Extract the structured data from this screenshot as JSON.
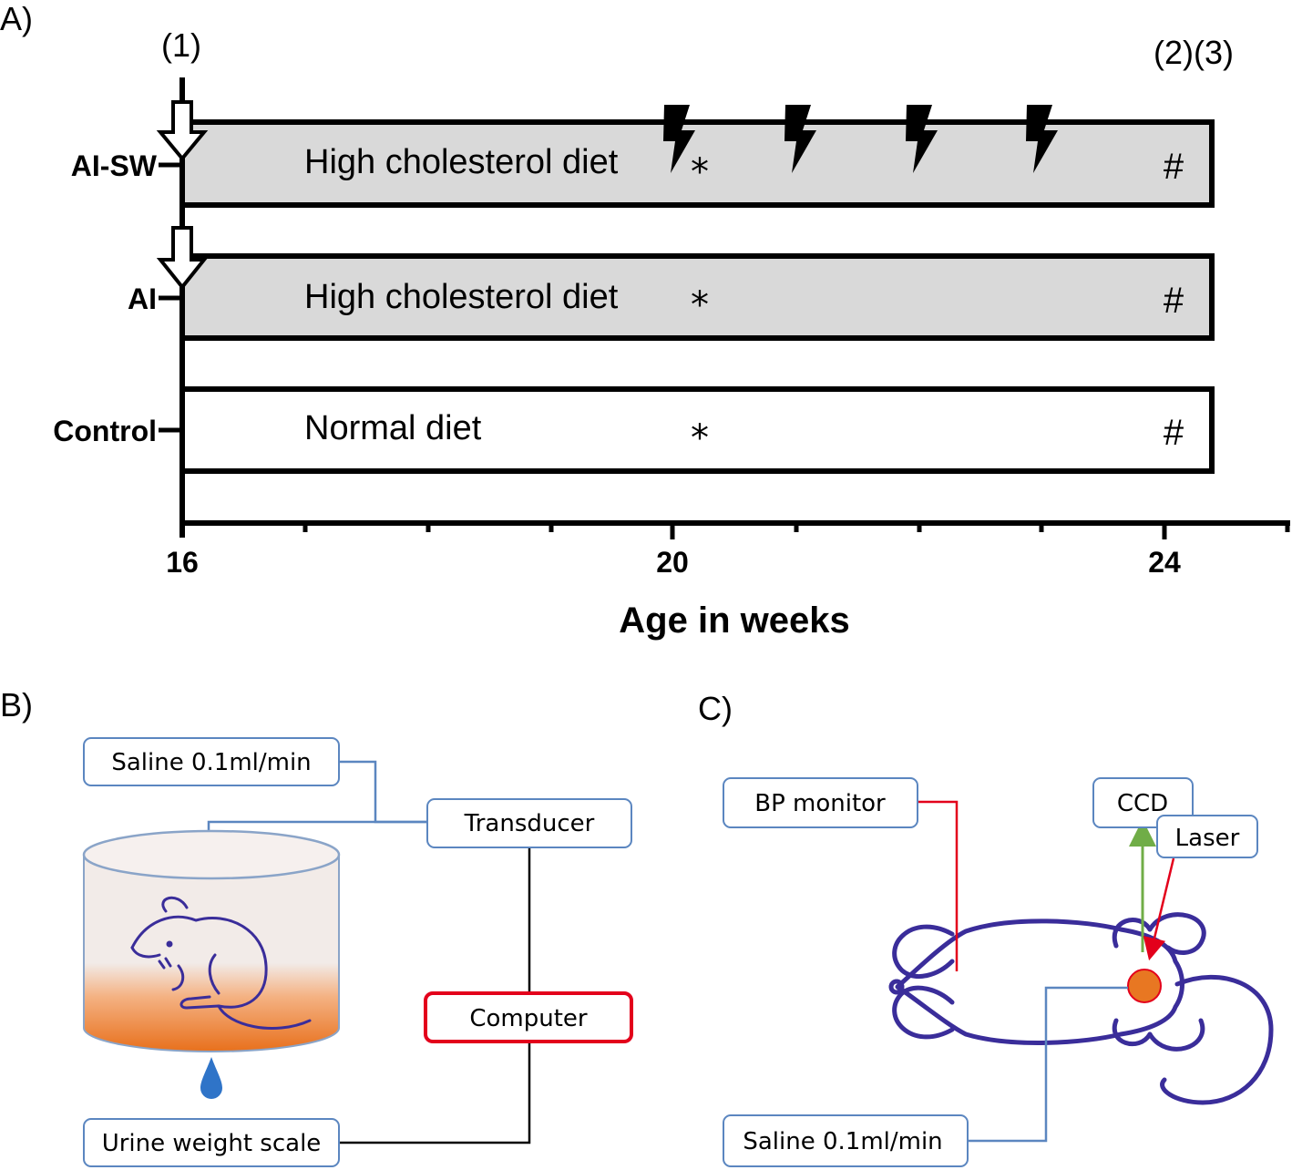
{
  "panel_a": {
    "label": "A)",
    "marker_1": "(1)",
    "marker_23": "(2)(3)",
    "groups": [
      {
        "name": "AI-SW",
        "diet": "High cholesterol diet",
        "star": "*",
        "hash": "#"
      },
      {
        "name": "AI",
        "diet": "High cholesterol diet",
        "star": "*",
        "hash": "#"
      },
      {
        "name": "Control",
        "diet": "Normal diet",
        "star": "*",
        "hash": "#"
      }
    ],
    "axis": {
      "ticks": [
        "16",
        "20",
        "24"
      ],
      "title": "Age in weeks"
    }
  },
  "panel_b": {
    "label": "B)",
    "saline": "Saline 0.1ml/min",
    "transducer": "Transducer",
    "computer": "Computer",
    "scale": "Urine weight scale"
  },
  "panel_c": {
    "label": "C)",
    "bp": "BP monitor",
    "ccd": "CCD",
    "laser": "Laser",
    "saline": "Saline 0.1ml/min"
  },
  "colors": {
    "bar_fill": "#d9d9d9",
    "box_border_blue": "#5b86c0",
    "box_border_red": "#e3001b",
    "line_blue": "#5b86c0",
    "line_red": "#e3001b",
    "line_green": "#70ad47",
    "mouse": "#3a2d9a",
    "urine": "#e87722",
    "drop": "#2f74c8",
    "spot": "#e87722"
  }
}
